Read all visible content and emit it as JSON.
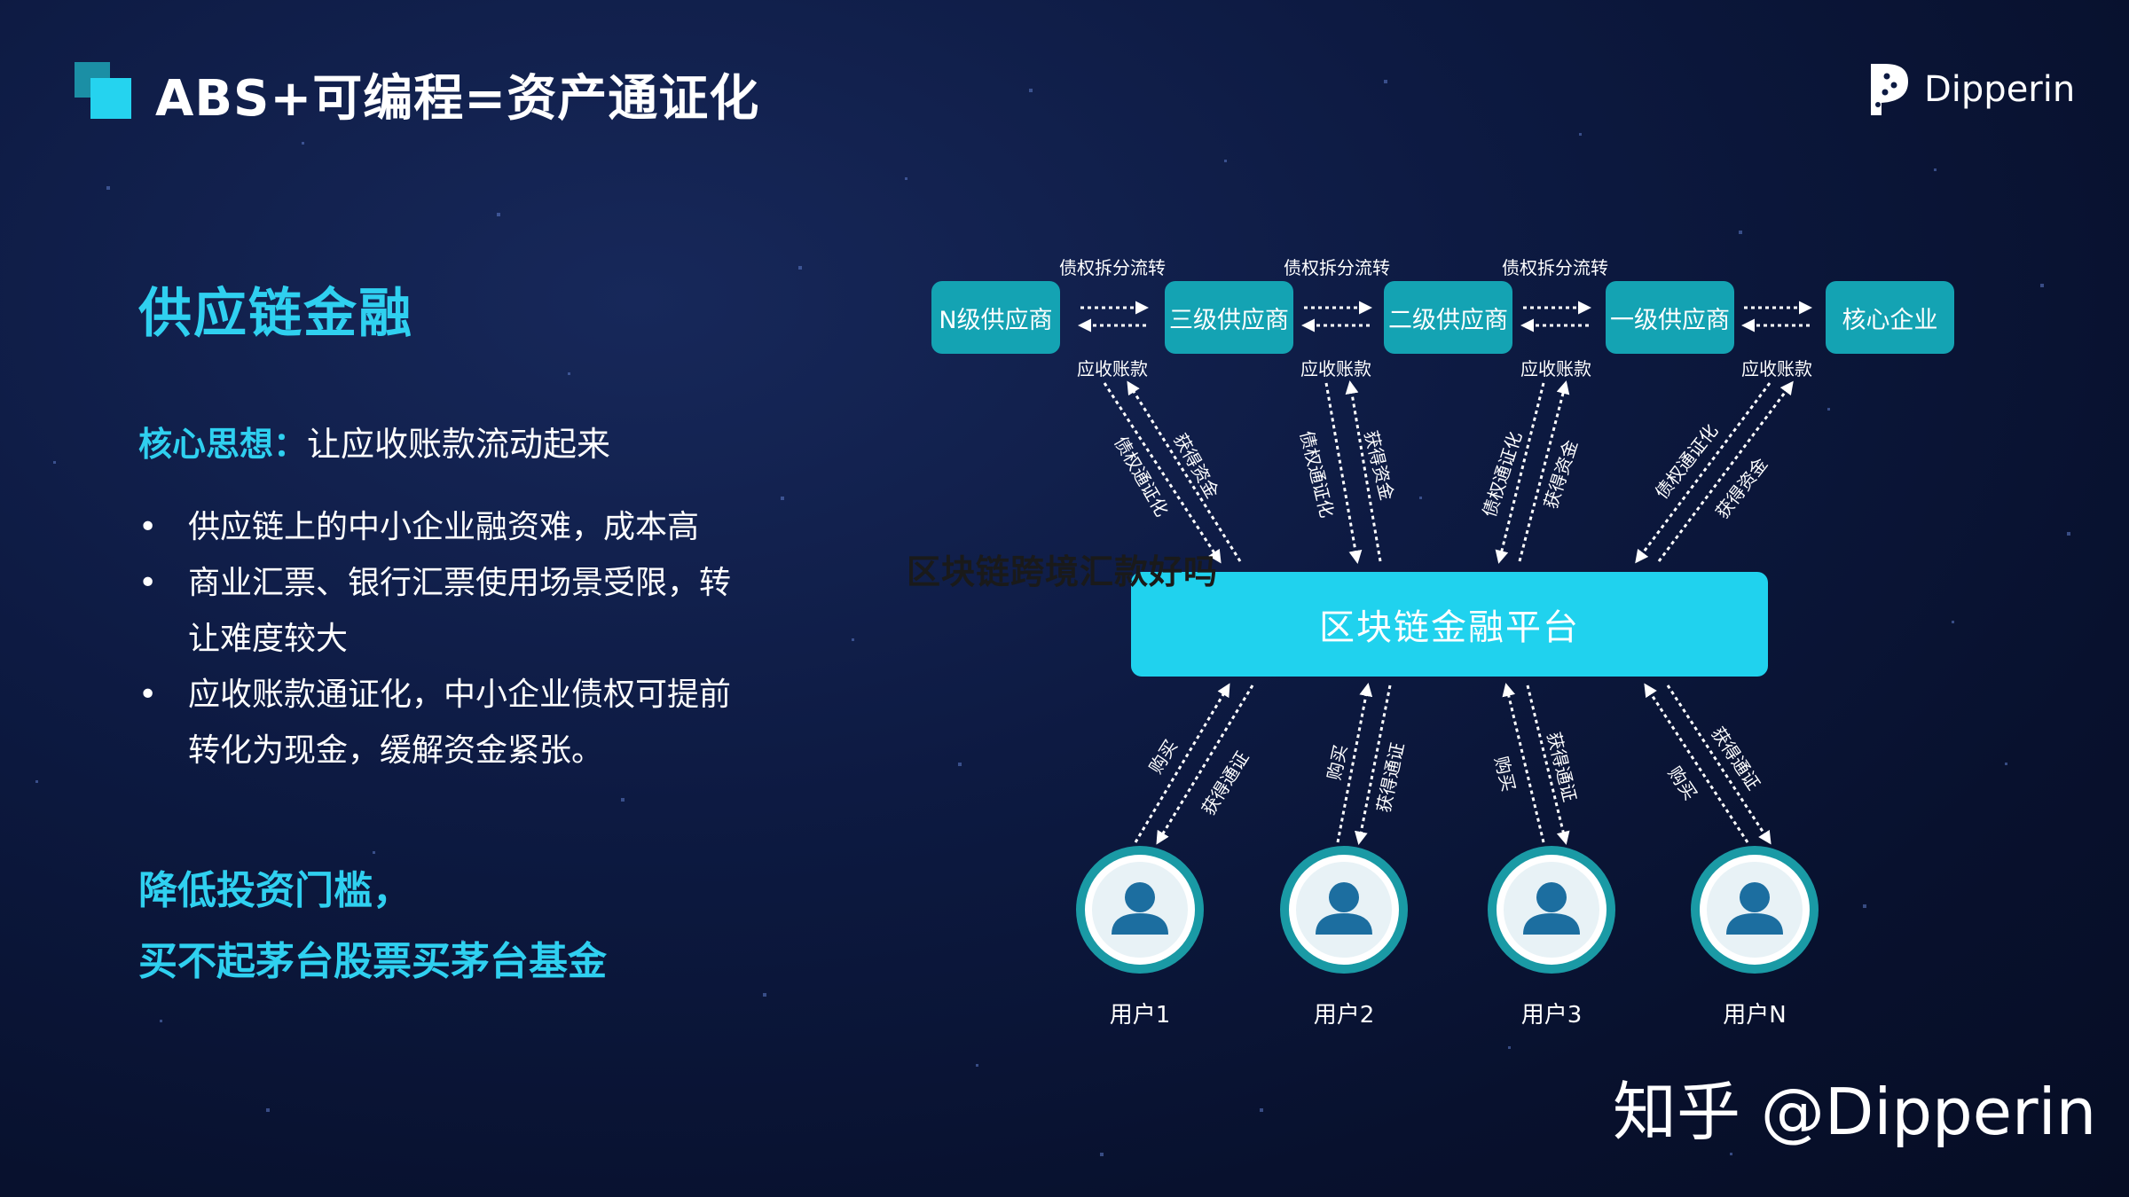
{
  "header": {
    "title": "ABS+可编程=资产通证化",
    "brand": "Dipperin"
  },
  "left": {
    "section_title": "供应链金融",
    "core_key": "核心思想：",
    "core_value": "让应收账款流动起来",
    "bullets": [
      "供应链上的中小企业融资难，成本高",
      "商业汇票、银行汇票使用场景受限，转让难度较大",
      "应收账款通证化，中小企业债权可提前转化为现金，缓解资金紧张。"
    ],
    "slogan_lines": [
      "降低投资门槛，",
      "买不起茅台股票买茅台基金"
    ]
  },
  "overlay_text": "区块链跨境汇款好吗",
  "diagram": {
    "suppliers": [
      "N级供应商",
      "三级供应商",
      "二级供应商",
      "一级供应商",
      "核心企业"
    ],
    "top_flow_label": "债权拆分流转",
    "bottom_flow_label": "应收账款",
    "platform": "区块链金融平台",
    "up_labels": {
      "tokenize": "债权通证化",
      "funds": "获得资金"
    },
    "down_labels": {
      "buy": "购买",
      "get_token": "获得通证"
    },
    "users": [
      "用户1",
      "用户2",
      "用户3",
      "用户N"
    ]
  },
  "watermark": "知乎 @Dipperin",
  "colors": {
    "accent": "#2fd0f0",
    "node": "#14a3b3",
    "platform": "#20d2ee",
    "background": "#0d1a42"
  }
}
